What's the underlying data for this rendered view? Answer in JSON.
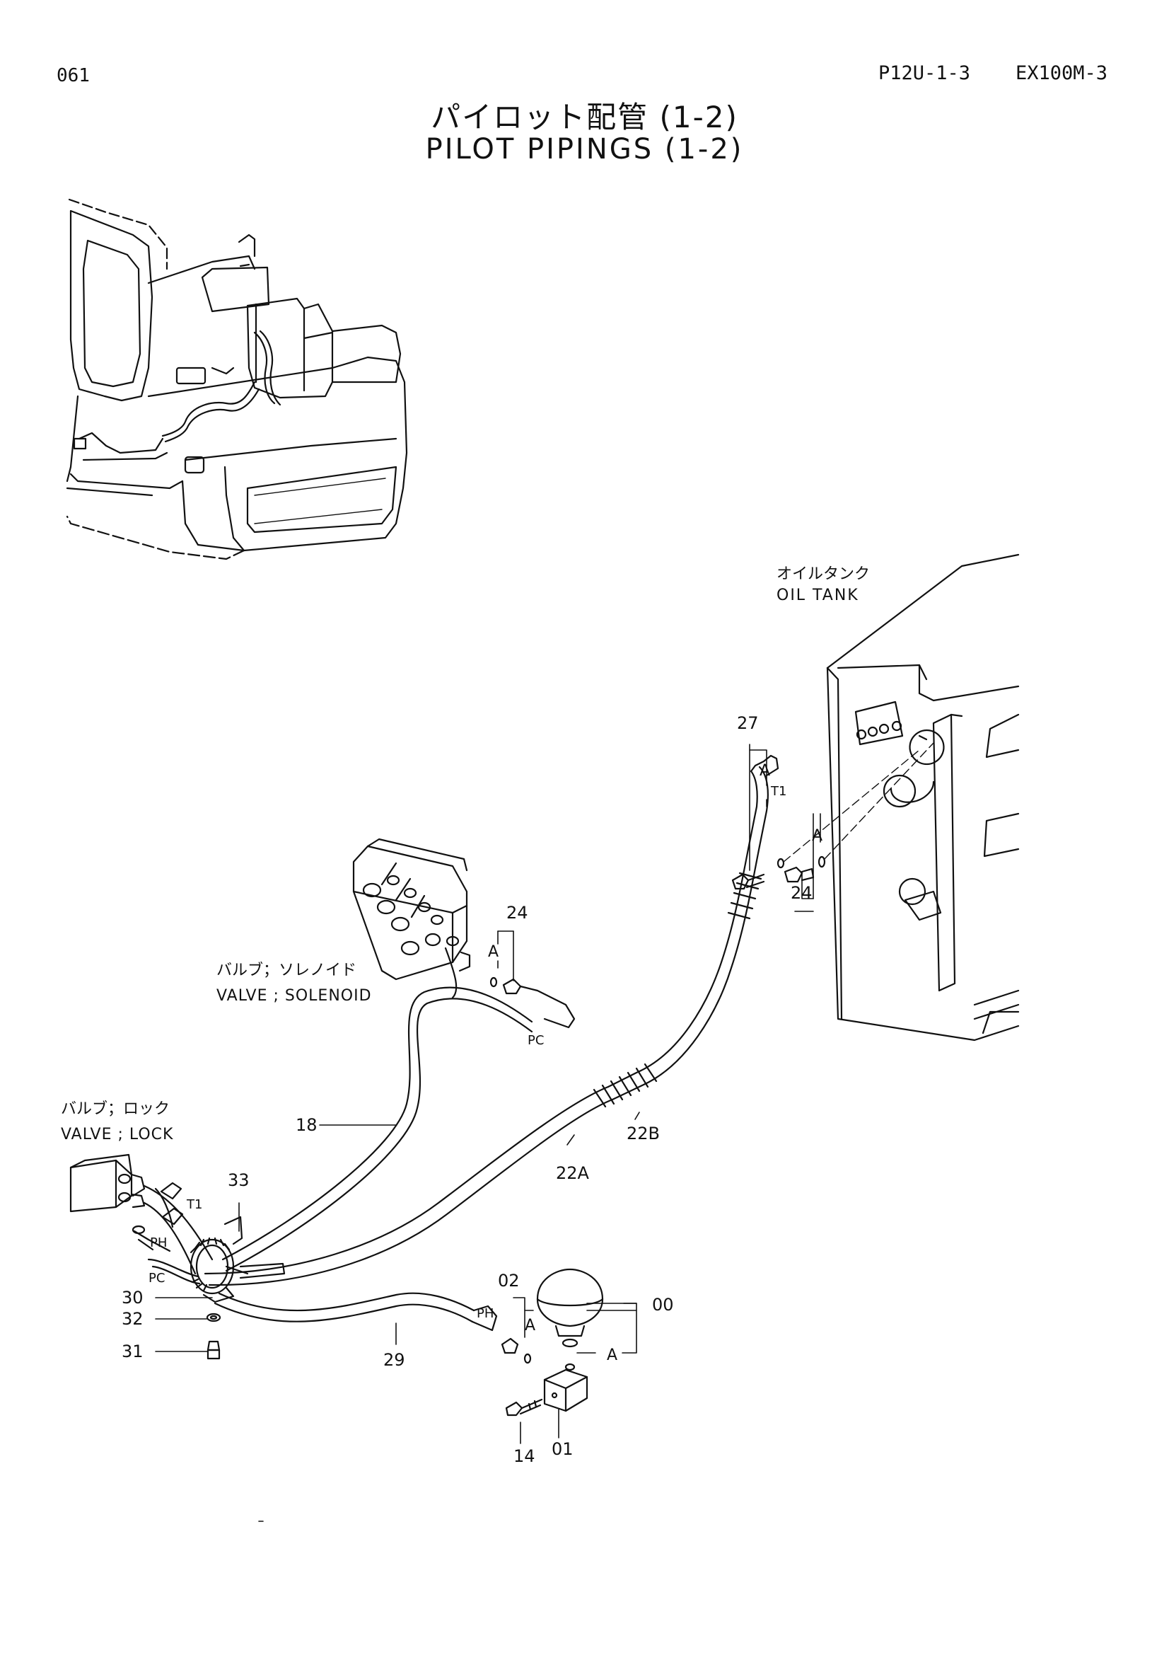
{
  "header": {
    "page_number": "061",
    "code": "P12U-1-3",
    "model": "EX100M-3"
  },
  "title": {
    "japanese": "パイロット配管 (1-2)",
    "english": "PILOT PIPINGS (1-2)"
  },
  "labels": {
    "oil_tank_jp": "オイルタンク",
    "oil_tank_en": "OIL TANK",
    "solenoid_jp": "バルブ；ソレノイド",
    "solenoid_en": "VALVE ; SOLENOID",
    "lock_jp": "バルブ；ロック",
    "lock_en": "VALVE ; LOCK"
  },
  "callouts": {
    "p27": "27",
    "p24_tank": "24",
    "p24_sol": "24",
    "p18": "18",
    "p22a": "22A",
    "p22b": "22B",
    "p33": "33",
    "p30": "30",
    "p32": "32",
    "p31": "31",
    "p29": "29",
    "p02": "02",
    "p00": "00",
    "p14": "14",
    "p01": "01"
  },
  "markers": {
    "a": "A",
    "t1": "T1",
    "pc": "PC",
    "ph": "PH"
  }
}
